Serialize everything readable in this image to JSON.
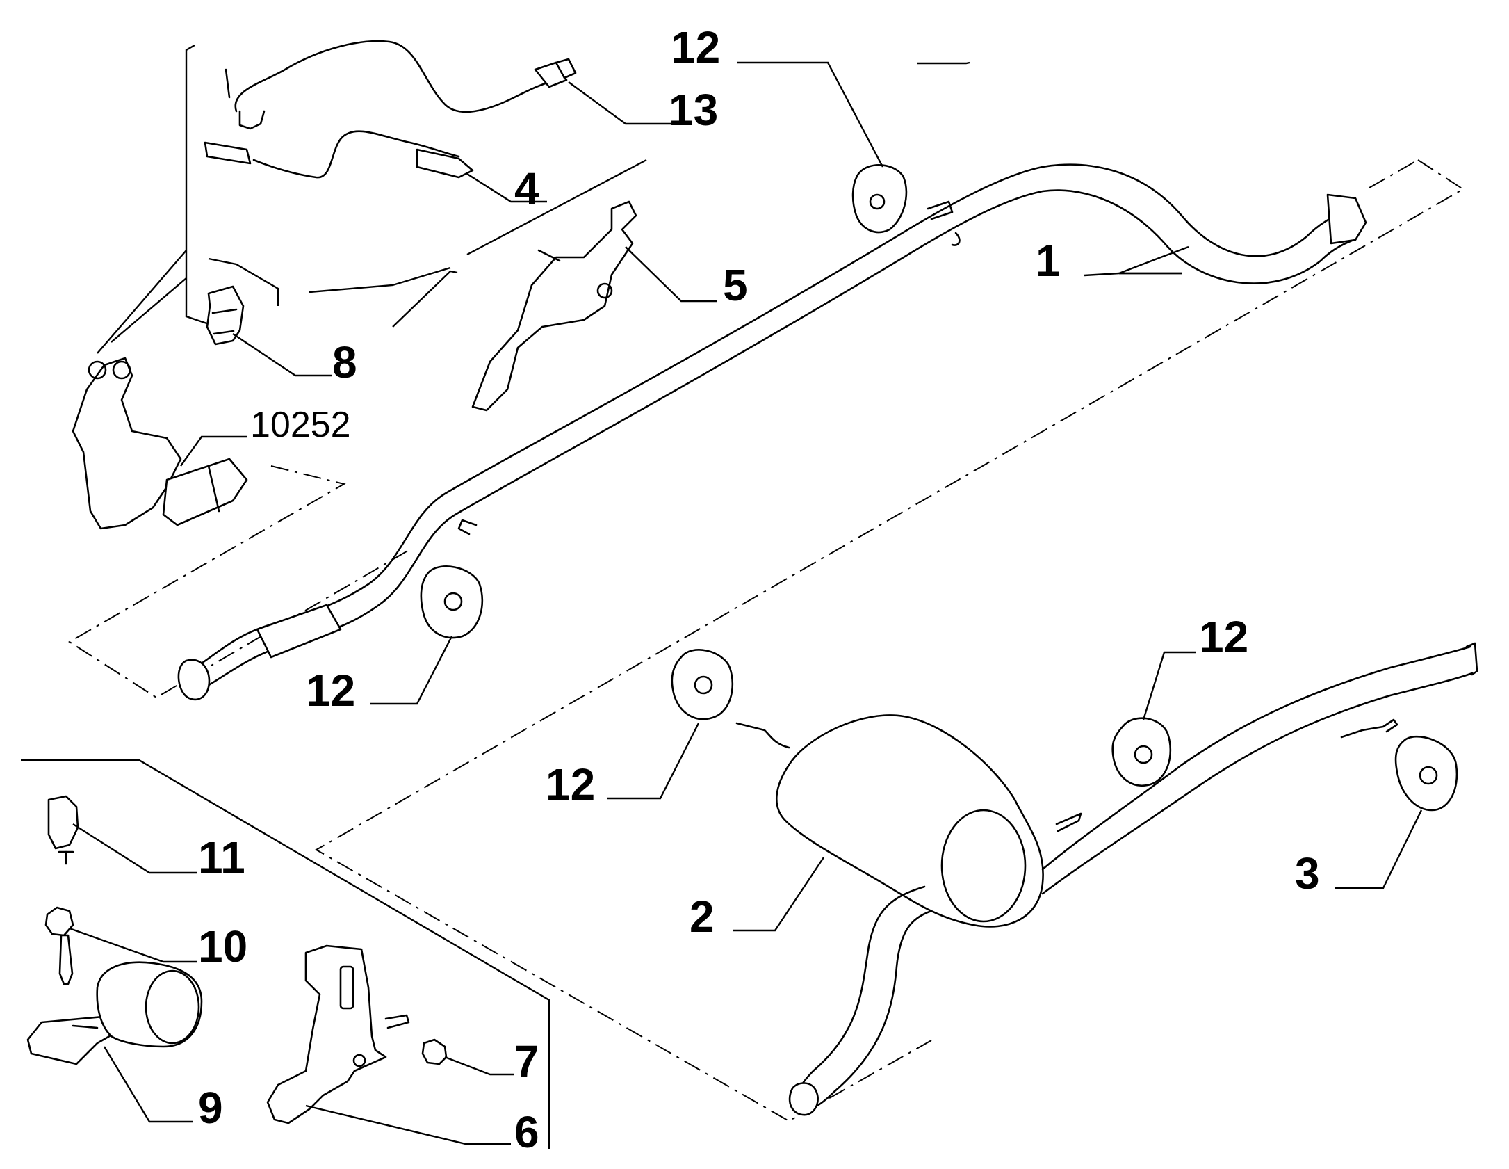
{
  "callouts": {
    "c1": "1",
    "c2": "2",
    "c3": "3",
    "c4": "4",
    "c5": "5",
    "c6": "6",
    "c7": "7",
    "c8": "8",
    "c9": "9",
    "c10": "10",
    "c11": "11",
    "c12_top": "12",
    "c12_mid": "12",
    "c12_low": "12",
    "c12_right": "12",
    "c13": "13",
    "ref_10252": "10252"
  }
}
